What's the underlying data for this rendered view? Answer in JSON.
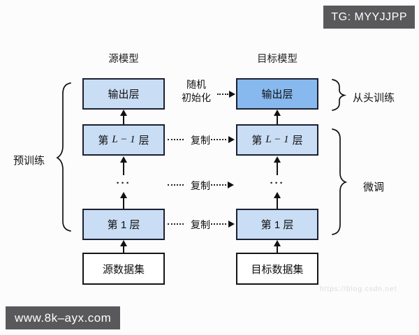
{
  "badges": {
    "telegram": "TG: MYYJJPP",
    "website": "www.8k–ayx.com"
  },
  "diagram": {
    "source": {
      "header": "源模型",
      "output_layer": "输出层",
      "layer_l_prefix": "第",
      "layer_l_math": "L − 1",
      "layer_l_suffix": "层",
      "ellipsis": "···",
      "layer_1": "第 1 层",
      "dataset": "源数据集"
    },
    "target": {
      "header": "目标模型",
      "output_layer": "输出层",
      "layer_l_prefix": "第",
      "layer_l_math": "L − 1",
      "layer_l_suffix": "层",
      "ellipsis": "···",
      "layer_1": "第 1 层",
      "dataset": "目标数据集"
    },
    "annotations": {
      "random_init_line1": "随机",
      "random_init_line2": "初始化",
      "copy": "复制",
      "pretrain": "预训练",
      "train_from_scratch": "从头训练",
      "finetune": "微调"
    },
    "colors": {
      "layer_fill": "#c9ddf5",
      "new_layer_fill": "#87b9ee",
      "dataset_fill": "#ffffff",
      "box_border": "#1c2030",
      "badge_bg": "#59595c"
    },
    "watermark": "https://blog.csdn.net"
  }
}
